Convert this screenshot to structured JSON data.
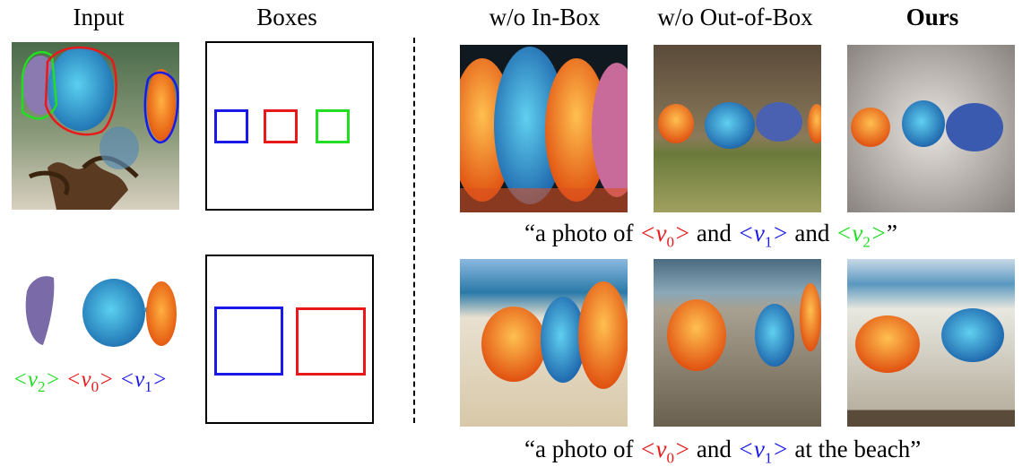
{
  "headers": {
    "input": "Input",
    "boxes": "Boxes",
    "no_in_box": "w/o In-Box",
    "no_out_of_box": "w/o Out-of-Box",
    "ours": "Ours"
  },
  "tokens": {
    "v0": {
      "lt": "<",
      "var": "v",
      "sub": "0",
      "gt": ">",
      "color": "#e8191a"
    },
    "v1": {
      "lt": "<",
      "var": "v",
      "sub": "1",
      "gt": ">",
      "color": "#1a1ae8"
    },
    "v2": {
      "lt": "<",
      "var": "v",
      "sub": "2",
      "gt": ">",
      "color": "#22dd22"
    }
  },
  "captions": {
    "row1": {
      "open": "“a photo of ",
      "and1": " and ",
      "and2": " and ",
      "close": "”"
    },
    "row2": {
      "open": "“a photo of ",
      "and1": " and ",
      "close": " at the beach”"
    }
  },
  "colors": {
    "red": "#e8191a",
    "blue": "#1a1ae8",
    "green": "#22dd22"
  }
}
